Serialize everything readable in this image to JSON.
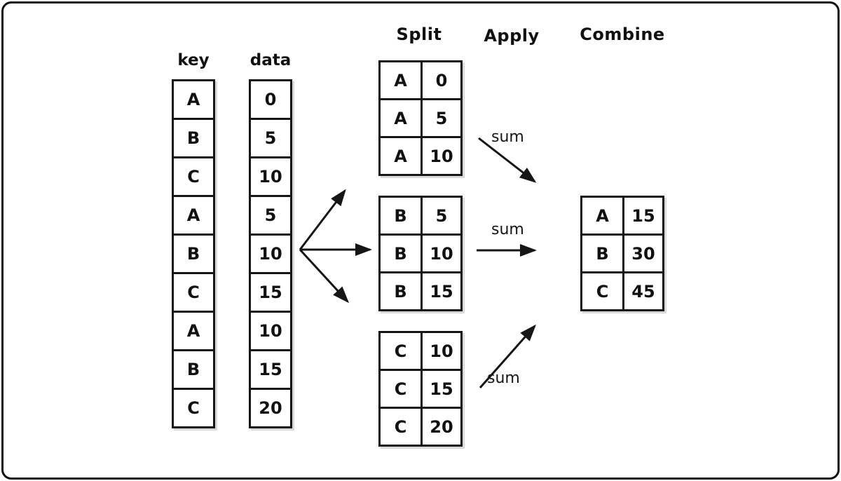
{
  "headers": {
    "key": "key",
    "data": "data",
    "split": "Split",
    "apply": "Apply",
    "combine": "Combine"
  },
  "key_column": [
    "A",
    "B",
    "C",
    "A",
    "B",
    "C",
    "A",
    "B",
    "C"
  ],
  "data_column": [
    "0",
    "5",
    "10",
    "5",
    "10",
    "15",
    "10",
    "15",
    "20"
  ],
  "split_tables": [
    [
      [
        "A",
        "0"
      ],
      [
        "A",
        "5"
      ],
      [
        "A",
        "10"
      ]
    ],
    [
      [
        "B",
        "5"
      ],
      [
        "B",
        "10"
      ],
      [
        "B",
        "15"
      ]
    ],
    [
      [
        "C",
        "10"
      ],
      [
        "C",
        "15"
      ],
      [
        "C",
        "20"
      ]
    ]
  ],
  "apply_labels": [
    "sum",
    "sum",
    "sum"
  ],
  "combine_table": [
    [
      "A",
      "15"
    ],
    [
      "B",
      "30"
    ],
    [
      "C",
      "45"
    ]
  ]
}
